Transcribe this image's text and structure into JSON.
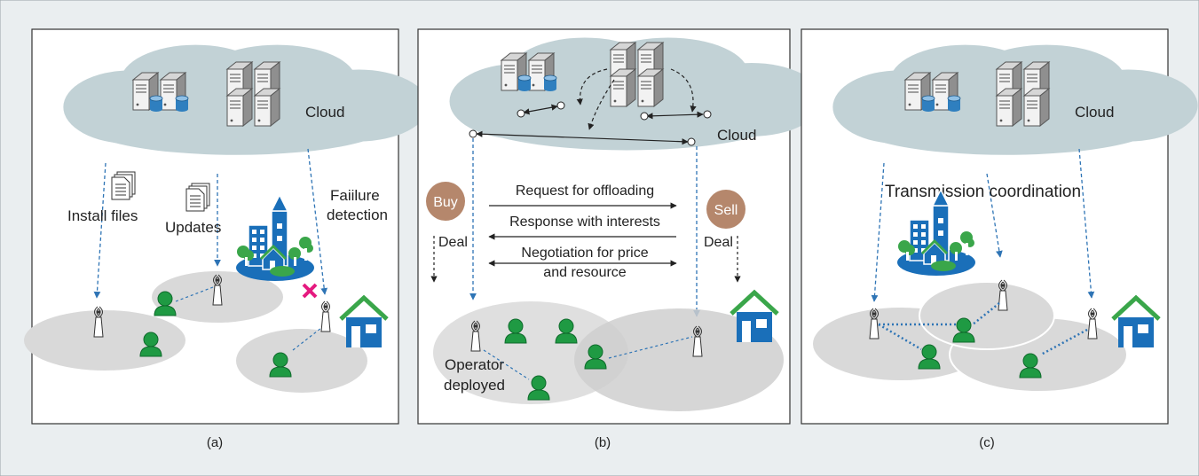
{
  "panels": {
    "a": {
      "caption": "(a)",
      "cloud_label": "Cloud",
      "install_label": "Install files",
      "updates_label": "Updates",
      "failure_line1": "Faiilure",
      "failure_line2": "detection"
    },
    "b": {
      "caption": "(b)",
      "cloud_label": "Cloud",
      "buy_label": "Buy",
      "sell_label": "Sell",
      "deal_left": "Deal",
      "deal_right": "Deal",
      "request_label": "Request for offloading",
      "response_label": "Response with interests",
      "negotiation_line1": "Negotiation for price",
      "negotiation_line2": "and resource",
      "operator_line1": "Operator",
      "operator_line2": "deployed"
    },
    "c": {
      "caption": "(c)",
      "cloud_label": "Cloud",
      "coordination_label": "Transmission coordination"
    }
  },
  "colors": {
    "figure_bg": "#eaeef0",
    "panel_bg": "#ffffff",
    "cloud": "#c2d2d6",
    "coverage": "#d9d9d9",
    "dashed_link": "#2e74b5",
    "user": "#1f9a43",
    "building": "#1a6fb9",
    "roof": "#3aa64a",
    "buy_sell_badge": "#b5876c",
    "failure_mark": "#e5197f"
  }
}
